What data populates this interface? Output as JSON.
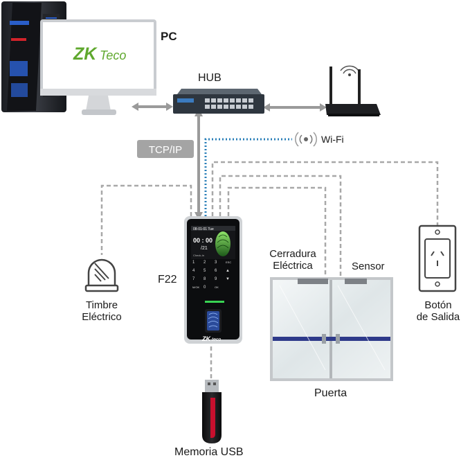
{
  "labels": {
    "pc": "PC",
    "hub": "HUB",
    "tcpip": "TCP/IP",
    "wifi": "Wi-Fi",
    "device": "F22",
    "bell_line1": "Timbre",
    "bell_line2": "Eléctrico",
    "lock_line1": "Cerradura",
    "lock_line2": "Eléctrica",
    "sensor": "Sensor",
    "exit_line1": "Botón",
    "exit_line2": "de Salida",
    "door": "Puerta",
    "usb": "Memoria USB"
  },
  "brand": {
    "monitor_logo_zk": "ZK",
    "monitor_logo_teco": "Teco",
    "device_logo_zk": "ZK",
    "device_logo_teco": "teco"
  },
  "device_screen": {
    "date": "08-01-01 Tue",
    "time_top": "00 : 00",
    "time_bottom": "/21",
    "status": "Check-In"
  },
  "keypad": [
    "1",
    "2",
    "3",
    "ESC",
    "4",
    "5",
    "6",
    "▲",
    "7",
    "8",
    "9",
    "▼",
    "M/OK",
    "0",
    "OK"
  ],
  "icons": {
    "pc": "pc-tower-icon",
    "monitor": "monitor-icon",
    "hub": "network-switch-icon",
    "router": "wifi-router-icon",
    "wifi": "wifi-signal-icon",
    "bell": "electric-bell-icon",
    "door": "glass-door-icon",
    "exit": "exit-button-icon",
    "usb": "usb-drive-icon",
    "device": "fingerprint-terminal-icon"
  },
  "colors": {
    "line_gray": "#9a9a9a",
    "dash_gray": "#a8a8a8",
    "wifi_blue": "#2a7fb8",
    "brand_green": "#5fa82e",
    "brand_red": "#d2232a",
    "tower_blue": "#2a5ec9",
    "usb_red": "#c8102e"
  }
}
